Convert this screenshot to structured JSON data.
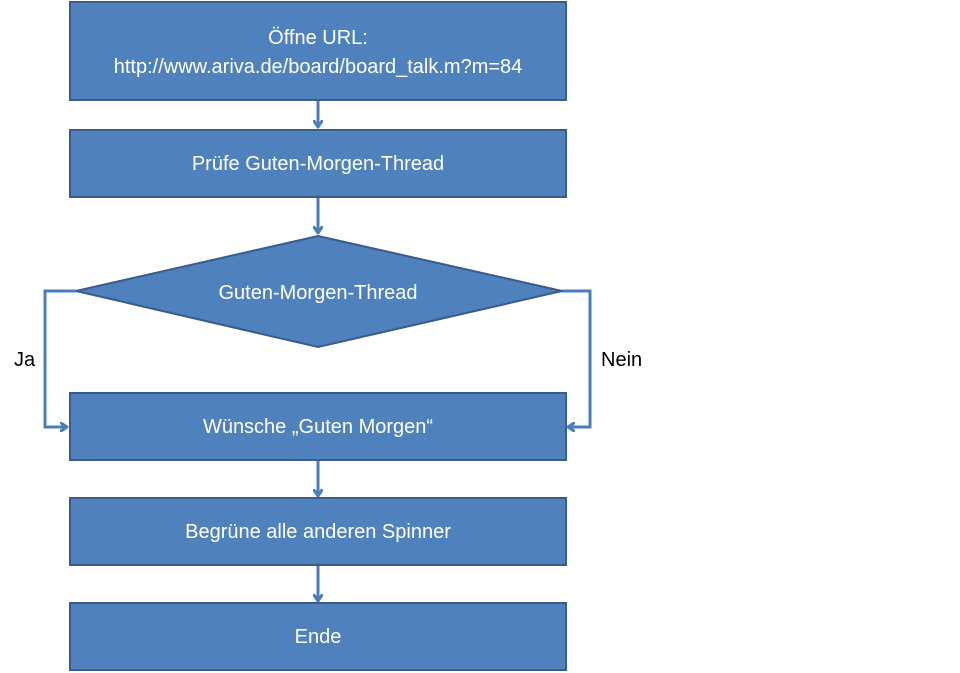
{
  "flowchart": {
    "nodes": {
      "open_url": {
        "line1": "Öffne URL:",
        "line2": "http://www.ariva.de/board/board_talk.m?m=84"
      },
      "check_thread": "Prüfe Guten-Morgen-Thread",
      "decision": "Guten-Morgen-Thread",
      "wish_morning": "Wünsche „Guten Morgen“",
      "greet_spinners": "Begrüne alle anderen Spinner",
      "end": "Ende"
    },
    "edges": {
      "yes_label": "Ja",
      "no_label": "Nein"
    },
    "colors": {
      "box_fill": "#4f81bd",
      "box_border": "#385d8a",
      "arrow": "#4a7ebb",
      "box_text": "#ffffff",
      "label_text": "#000000"
    }
  }
}
